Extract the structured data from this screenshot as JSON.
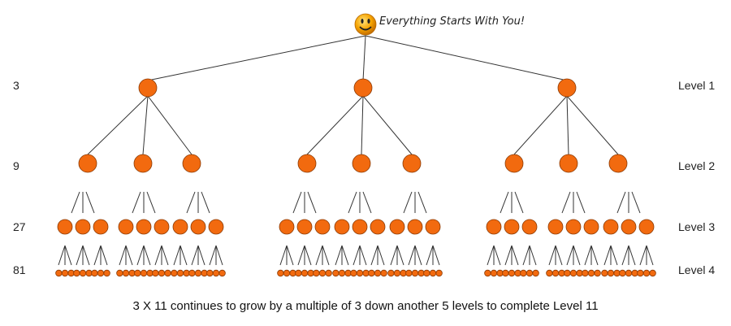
{
  "title": "Everything Starts With You!",
  "rows": [
    {
      "count": "3",
      "level": "Level 1"
    },
    {
      "count": "9",
      "level": "Level 2"
    },
    {
      "count": "27",
      "level": "Level 3"
    },
    {
      "count": "81",
      "level": "Level 4"
    }
  ],
  "caption": "3 X 11 continues to grow by a multiple of 3 down another 5 levels to complete Level 11",
  "colors": {
    "node": "#f26a0f",
    "node_stroke": "#8a3a05",
    "line": "#333333",
    "smiley": "#f5a300"
  }
}
